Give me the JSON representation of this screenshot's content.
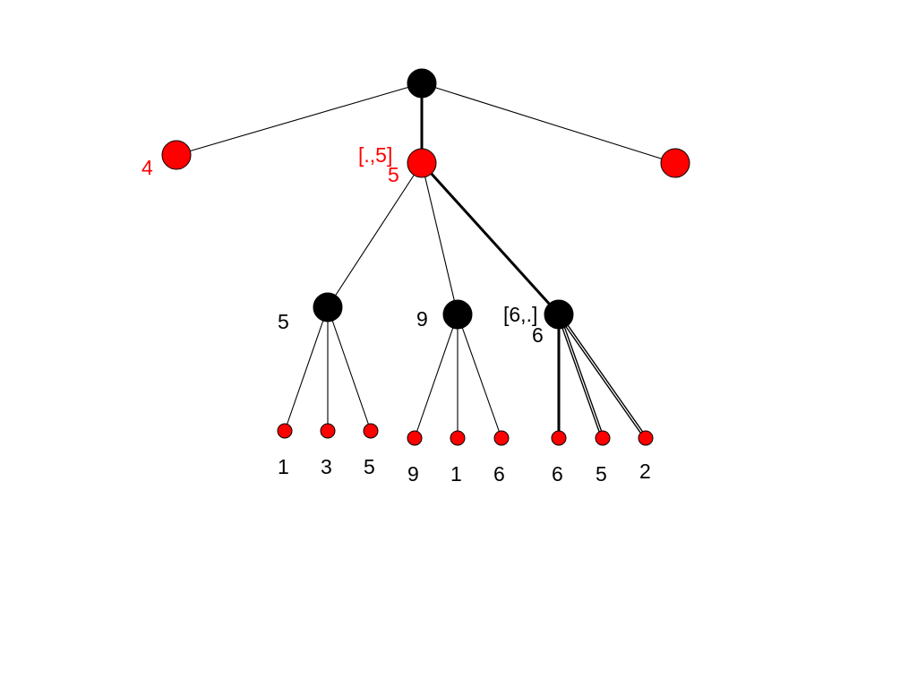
{
  "colors": {
    "max_node": "#000000",
    "min_node": "#ff0000",
    "edge": "#000000",
    "label_dark": "#000000",
    "label_red": "#ff0000"
  },
  "tree": {
    "root": {
      "color": "black",
      "children": [
        {
          "color": "red",
          "value": "4"
        },
        {
          "color": "red",
          "value": "5",
          "bound": "[.,5]",
          "children": [
            {
              "color": "black",
              "value": "5",
              "leaves": [
                "1",
                "3",
                "5"
              ]
            },
            {
              "color": "black",
              "value": "9",
              "leaves": [
                "9",
                "1",
                "6"
              ]
            },
            {
              "color": "black",
              "value": "6",
              "bound": "[6,.]",
              "leaves": [
                "6",
                "5",
                "2"
              ]
            }
          ]
        },
        {
          "color": "red"
        }
      ]
    }
  }
}
